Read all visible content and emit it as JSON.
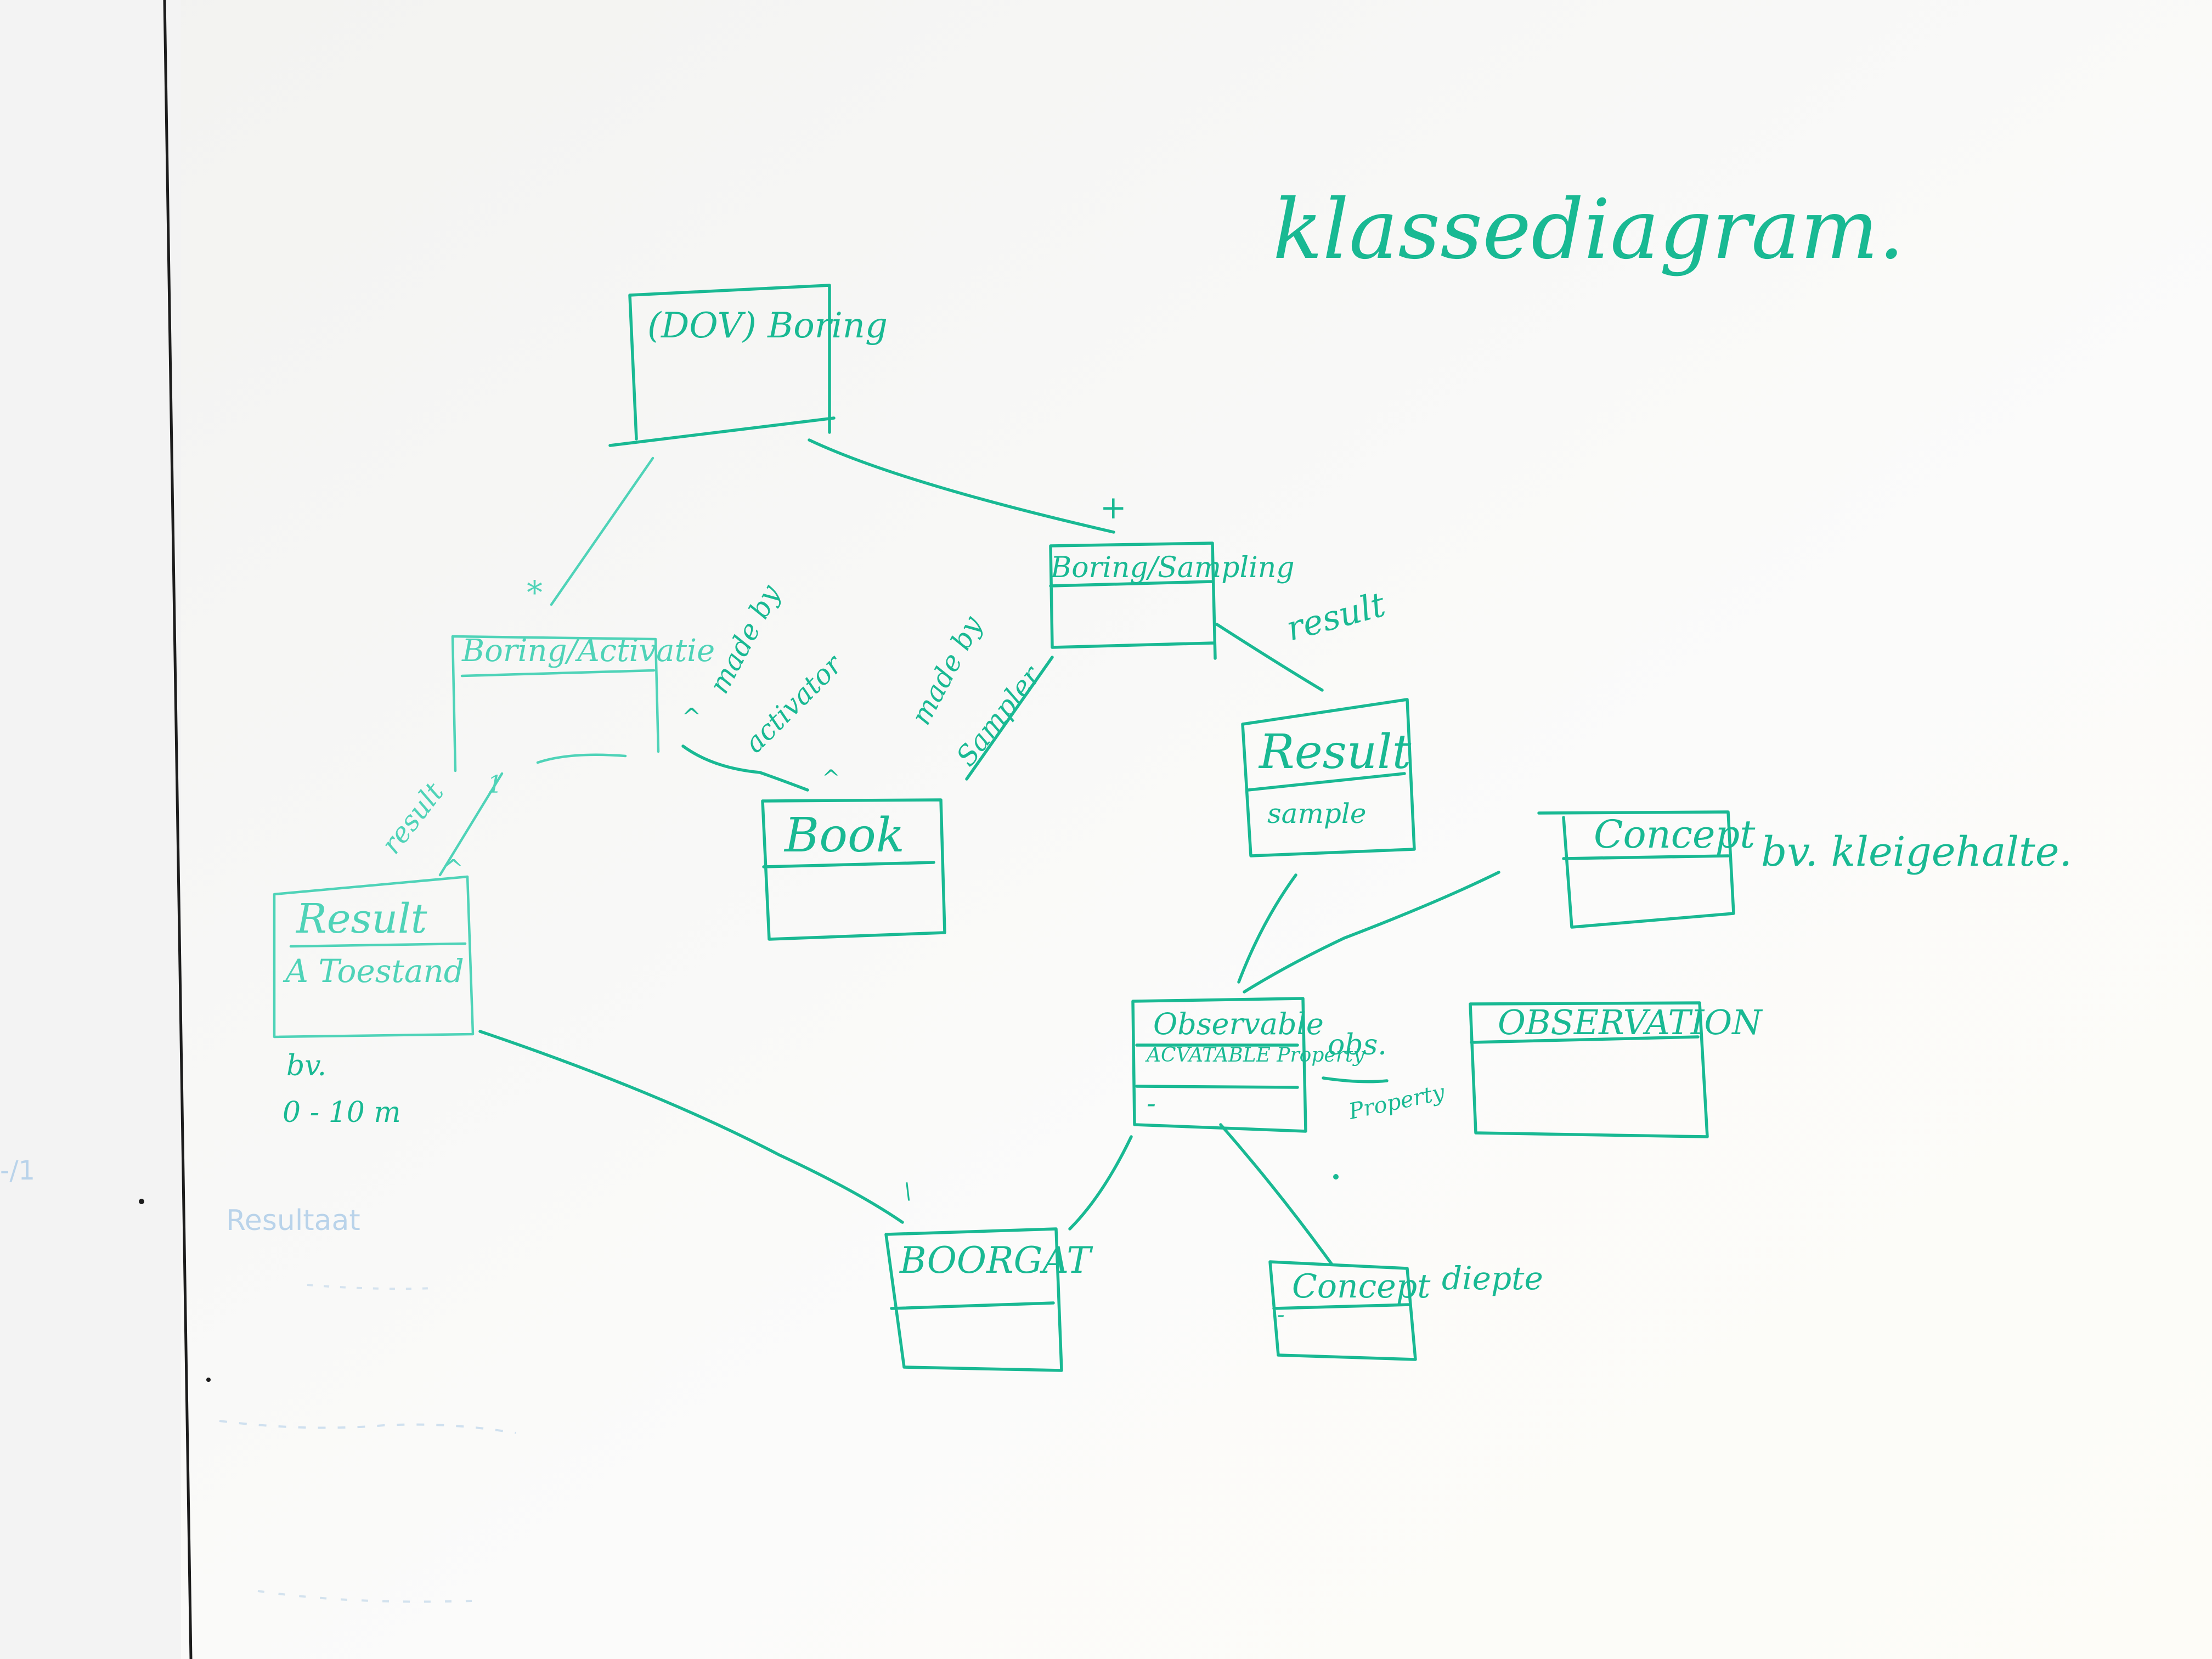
{
  "title": "klassediagram.",
  "classes": [
    {
      "id": "dov-boring",
      "name": "(DOV) Boring",
      "attribute": ""
    },
    {
      "id": "boring-activation",
      "name": "Boring/Activatie",
      "attribute": ""
    },
    {
      "id": "boring-sampling",
      "name": "Boring/Sampling",
      "attribute": ""
    },
    {
      "id": "book",
      "name": "Book",
      "attribute": ""
    },
    {
      "id": "result-left",
      "name": "Result",
      "attribute": "A Toestand"
    },
    {
      "id": "result-right",
      "name": "Result",
      "attribute": "sample"
    },
    {
      "id": "concept-top",
      "name": "Concept",
      "attribute": ""
    },
    {
      "id": "observable",
      "name": "Observable",
      "attribute": "ACVATABLE Property"
    },
    {
      "id": "observation",
      "name": "OBSERVATION",
      "attribute": ""
    },
    {
      "id": "boorgat",
      "name": "BOORGAT",
      "attribute": ""
    },
    {
      "id": "concept-bottom",
      "name": "Concept",
      "attribute": ""
    }
  ],
  "labels": {
    "star_left": "*",
    "star_right": "+",
    "made_by_activator": [
      "made by",
      "activator"
    ],
    "made_by_sampler": [
      "made by",
      "Sampler"
    ],
    "result_top_right": "result",
    "result_left": "result",
    "mult_one": "1",
    "caret_result": "^",
    "caret_book_left": "^",
    "caret_book_right": "^",
    "bv_range": [
      "bv.",
      "0 - 10 m"
    ],
    "bv_concept": "bv. kleigehalte.",
    "obs": "obs.",
    "property": "Property",
    "diepte": "diepte",
    "dash_observable": "-",
    "dash_concept": "-",
    "tick_boorgat": "\\"
  },
  "ghost_text": [
    "Resultaat",
    "-/1"
  ],
  "colors": {
    "ink": "#19b993",
    "ink_light": "#4fd3b8",
    "board": "#f6f6f4",
    "ghost": "#b9d3ea"
  }
}
